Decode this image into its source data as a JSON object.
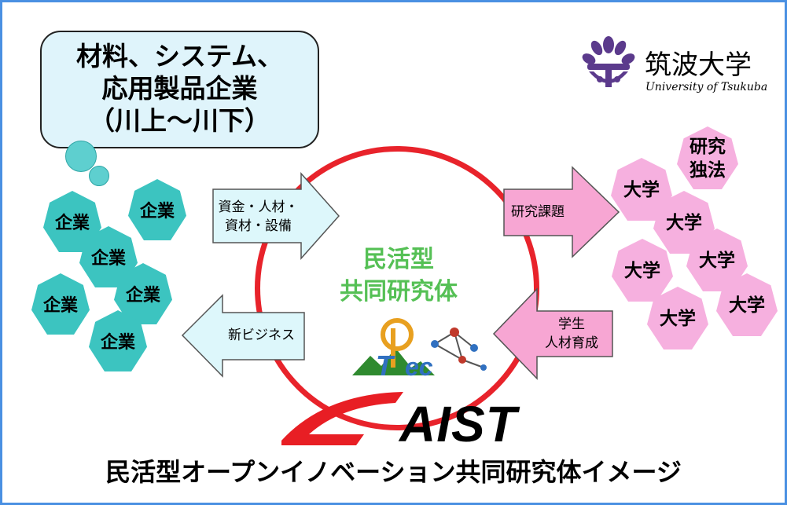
{
  "callout": {
    "line1": "材料、システム、",
    "line2": "応用製品企業",
    "line3": "（川上～川下）"
  },
  "companies": [
    "企業",
    "企業",
    "企業",
    "企業",
    "企業",
    "企業"
  ],
  "arrows": {
    "funds_line1": "資金・人材・",
    "funds_line2": "資材・設備",
    "new_business": "新ビジネス",
    "research_topics": "研究課題",
    "students_line1": "学生",
    "students_line2": "人材育成"
  },
  "center": {
    "line1": "民活型",
    "line2": "共同研究体"
  },
  "universities": [
    "大学",
    "大学",
    "大学",
    "大学",
    "大学",
    "大学"
  ],
  "research_institute": {
    "line1": "研究",
    "line2": "独法"
  },
  "logos": {
    "university_name": "筑波大学",
    "university_name_en": "University of Tsukuba",
    "aist": "AIST",
    "tpec": "TPec"
  },
  "caption": "民活型オープンイノベーション共同研究体イメージ",
  "colors": {
    "frame": "#4a90e2",
    "company_blob": "#3cc4c0",
    "university_blob": "#f6b0df",
    "ring": "#e8232b",
    "center_text": "#55c055",
    "arrow_cyan": "#ddf7fb",
    "arrow_pink": "#f7a6d3",
    "aist_red": "#e81e24",
    "univ_purple": "#5b3a8c"
  }
}
